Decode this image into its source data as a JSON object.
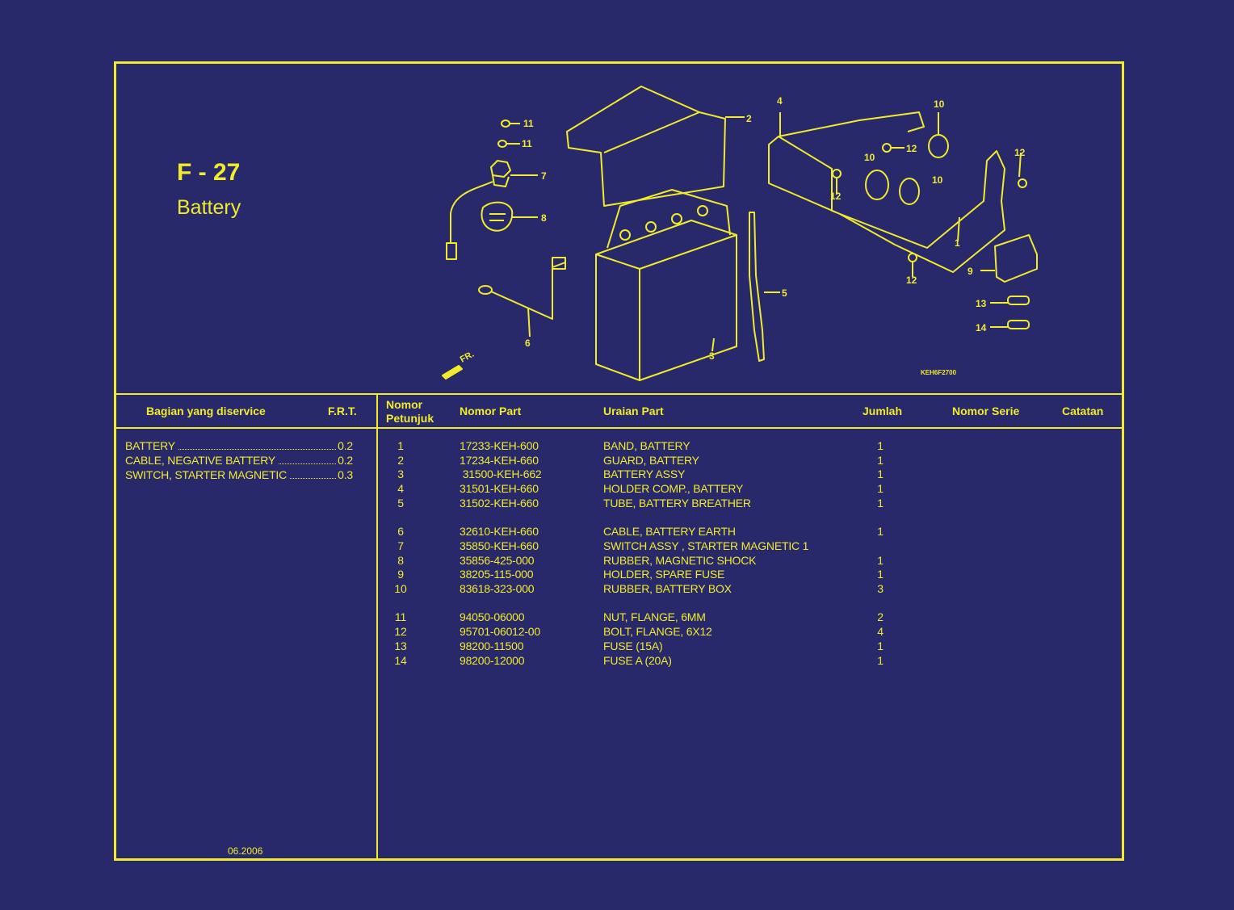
{
  "header": {
    "code": "F - 27",
    "name": "Battery"
  },
  "diagram": {
    "figure_code": "KEH6F2700",
    "direction_label": "FR."
  },
  "service_table": {
    "col_service": "Bagian yang diservice",
    "col_frt": "F.R.T.",
    "rows": [
      {
        "name": "BATTERY",
        "frt": "0.2"
      },
      {
        "name": "CABLE, NEGATIVE BATTERY",
        "frt": "0.2"
      },
      {
        "name": "SWITCH, STARTER MAGNETIC",
        "frt": "0.3"
      }
    ],
    "date": "06.2006"
  },
  "parts_table": {
    "col_ref_line1": "Nomor",
    "col_ref_line2": "Petunjuk",
    "col_part_no": "Nomor Part",
    "col_desc": "Uraian Part",
    "col_qty": "Jumlah",
    "col_serial": "Nomor Serie",
    "col_notes": "Catatan",
    "rows": [
      {
        "ref": "1",
        "part": "17233-KEH-600",
        "desc": "BAND, BATTERY",
        "qty": "1"
      },
      {
        "ref": "2",
        "part": "17234-KEH-660",
        "desc": "GUARD, BATTERY",
        "qty": "1"
      },
      {
        "ref": "3",
        "part": " 31500-KEH-662",
        "desc": "BATTERY ASSY",
        "qty": "1"
      },
      {
        "ref": "4",
        "part": "31501-KEH-660",
        "desc": "HOLDER COMP., BATTERY",
        "qty": "1"
      },
      {
        "ref": "5",
        "part": "31502-KEH-660",
        "desc": "TUBE, BATTERY BREATHER",
        "qty": "1"
      },
      {
        "ref": "6",
        "part": "32610-KEH-660",
        "desc": "CABLE, BATTERY EARTH",
        "qty": "1"
      },
      {
        "ref": "7",
        "part": "35850-KEH-660",
        "desc": "SWITCH ASSY , STARTER MAGNETIC 1",
        "qty": ""
      },
      {
        "ref": "8",
        "part": "35856-425-000",
        "desc": "RUBBER, MAGNETIC SHOCK",
        "qty": "1"
      },
      {
        "ref": "9",
        "part": "38205-115-000",
        "desc": "HOLDER, SPARE FUSE",
        "qty": "1"
      },
      {
        "ref": "10",
        "part": "83618-323-000",
        "desc": "RUBBER, BATTERY BOX",
        "qty": "3"
      },
      {
        "ref": "11",
        "part": "94050-06000",
        "desc": "NUT, FLANGE, 6MM",
        "qty": "2"
      },
      {
        "ref": "12",
        "part": "95701-06012-00",
        "desc": "BOLT, FLANGE, 6X12",
        "qty": "4"
      },
      {
        "ref": "13",
        "part": "98200-11500",
        "desc": "FUSE (15A)",
        "qty": "1"
      },
      {
        "ref": "14",
        "part": "98200-12000",
        "desc": "FUSE A (20A)",
        "qty": "1"
      }
    ]
  },
  "colors": {
    "background": "#28296a",
    "line_text": "#f2ea2c"
  }
}
